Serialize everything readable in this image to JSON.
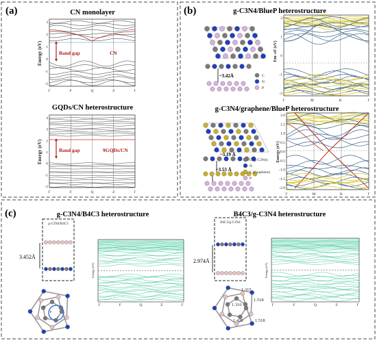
{
  "figure": {
    "panel_a": {
      "label": "(a)",
      "top": {
        "title": "CN monolayer",
        "ylabel": "Energy (eV)",
        "band_gap_label": "Band gap",
        "curve_label": "CN",
        "kpoints": [
          "Γ",
          "F",
          "Q",
          "Z",
          "Γ"
        ],
        "yticks": [
          "-2",
          "-1",
          "0",
          "1",
          "2",
          "3"
        ]
      },
      "bottom": {
        "title": "GQDs/CN heterostructure",
        "ylabel": "Energy (eV)",
        "band_gap_label": "Band gap",
        "curve_label": "9GQDs/CN",
        "kpoints": [
          "Γ",
          "F",
          "Q",
          "Z",
          "Γ"
        ],
        "yticks": [
          "-2",
          "-1",
          "0",
          "1",
          "2",
          "3",
          "4"
        ]
      }
    },
    "panel_b": {
      "label": "(b)",
      "top": {
        "title": "g-C3N4/BlueP heterostructure",
        "distance": "~3.42Å",
        "ylabel": "Em−eF (eV)",
        "legend": [
          "C",
          "N",
          "P"
        ],
        "kpoints": [
          "Γ",
          "M",
          "K",
          "Γ"
        ],
        "yticks": [
          "-2",
          "-1",
          "0",
          "1",
          "2"
        ]
      },
      "bottom": {
        "title": "g-C3N4/graphene/BlueP heterostructure",
        "distances": [
          "~3.19 Å",
          "~3.53 Å"
        ],
        "ylabel": "Energy (eV)",
        "legend": [
          "C (g-C3N4)",
          "N",
          "C (Graphene)",
          "P"
        ],
        "kpoints": [
          "Γ",
          "M",
          "K",
          "Γ"
        ],
        "yticks": [
          "-2.0",
          "-1.5",
          "-1.0",
          "-0.5",
          "0.0",
          "0.5",
          "1.0",
          "1.5",
          "2.0"
        ]
      }
    },
    "panel_c": {
      "label": "(c)",
      "left": {
        "title": "g-C3N4/B4C3 heterostructure",
        "box_label": "g-C3N4/B4C3",
        "distance": "3.452Å",
        "ylabel": "Energy (eV)",
        "atom_labels": [
          "a",
          "b",
          "c"
        ],
        "kpoints": [
          "Γ",
          "F",
          "Q",
          "Z",
          "Γ"
        ]
      },
      "right": {
        "title": "B4C3/g-C3N4 heterostructure",
        "box_label": "B4C3/g-C3N4",
        "distance": "2.974Å",
        "bond_lengths": [
          "1.315",
          "1.316",
          "1.518",
          "1.428",
          "1.518"
        ],
        "ylabel": "Energy (eV)",
        "kpoints": [
          "Γ",
          "F",
          "Q",
          "Z",
          "Γ"
        ]
      }
    }
  },
  "colors": {
    "band_black": "#2a2a2a",
    "band_red": "#c0392b",
    "band_blue": "#3a5f8a",
    "band_yellow": "#d8c21a",
    "band_teal": "#2fbf95",
    "atom_grey": "#7a7a7a",
    "atom_blue": "#1f3fbf",
    "atom_pink": "#d7b3e0",
    "atom_yellow": "#c9b12a"
  }
}
